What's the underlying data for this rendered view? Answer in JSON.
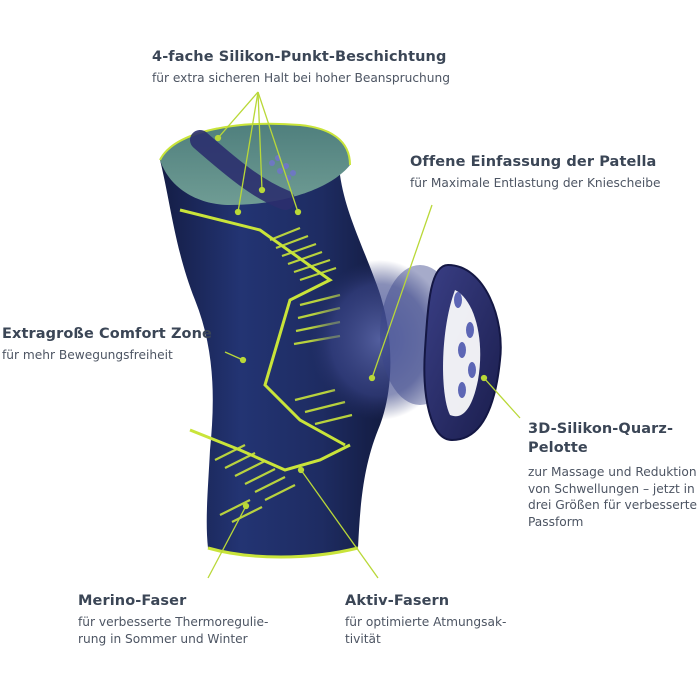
{
  "callouts": {
    "silicone": {
      "title": "4-fache Silikon-Punkt-Beschichtung",
      "desc": [
        "für extra sicheren Halt bei hoher Beanspruchung"
      ]
    },
    "patella": {
      "title": "Offene Einfassung der Patella",
      "desc": [
        "für Maximale Entlastung der Kniescheibe"
      ]
    },
    "comfort": {
      "title": "Extragroße Comfort Zone",
      "desc": [
        "für mehr Bewegungsfreiheit"
      ]
    },
    "pelotte": {
      "title": [
        "3D-Silikon-Quarz-",
        "Pelotte"
      ],
      "desc": [
        "zur Massage und Reduktion",
        "von Schwellungen – jetzt in",
        "drei Größen für verbesserte",
        "Passform"
      ]
    },
    "merino": {
      "title": "Merino-Faser",
      "desc": [
        "für verbesserte Thermoregulie-",
        "rung in Sommer und Winter"
      ]
    },
    "aktiv": {
      "title": "Aktiv-Fasern",
      "desc": [
        "für optimierte Atmungsak-",
        "tivität"
      ]
    }
  },
  "colors": {
    "brace_navy": "#1c2a5e",
    "brace_dark": "#131c44",
    "accent_lime": "#c9e43a",
    "inner_teal": "#5f8f8a",
    "pad_purple": "#2b2f6e",
    "text_title": "#3b4656",
    "text_desc": "#4d5563"
  },
  "icons": [
    "knee-brace-image",
    "patella-pad-image",
    "callout-line"
  ]
}
